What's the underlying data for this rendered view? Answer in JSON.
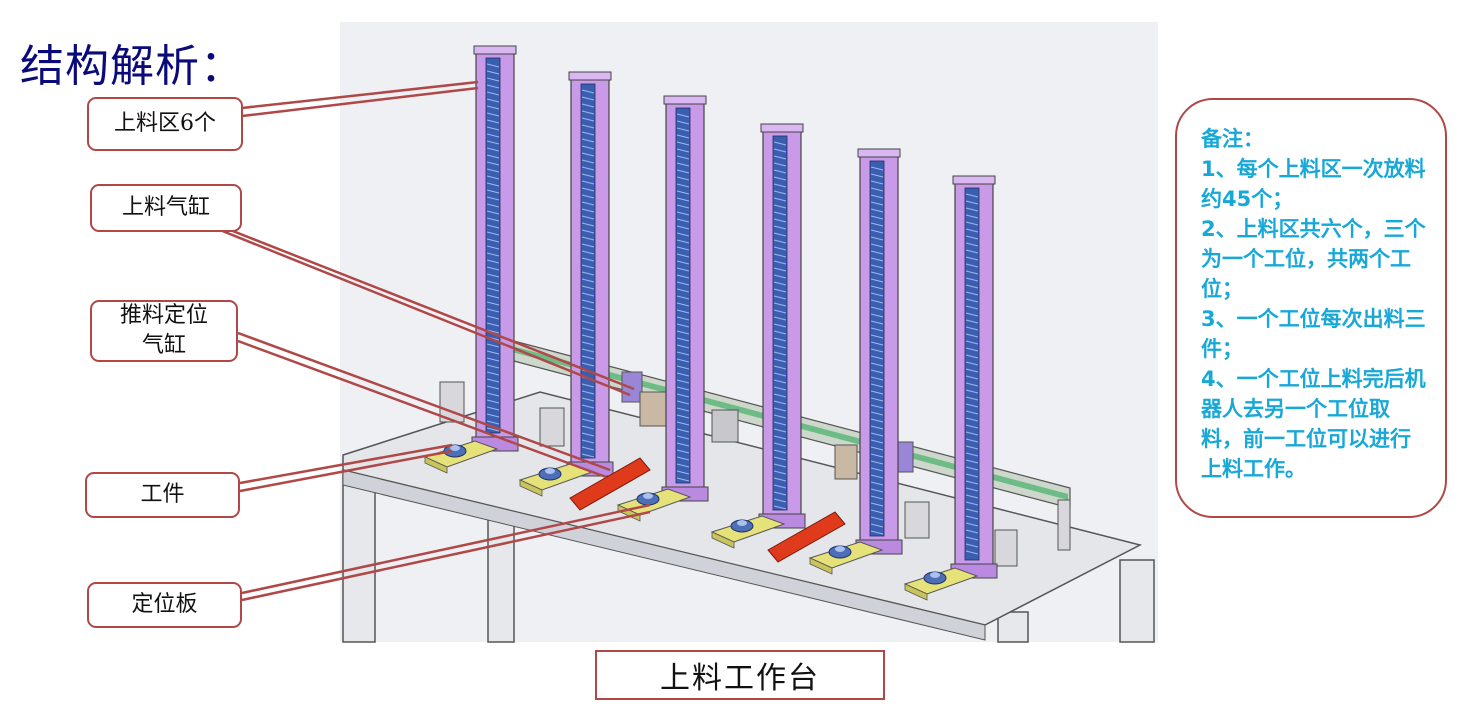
{
  "title": "结构解析：",
  "callouts": {
    "loading_zone": "上料区6个",
    "loading_cylinder": "上料气缸",
    "push_cylinder": "推料定位\n气缸",
    "workpiece": "工件",
    "positioning_plate": "定位板"
  },
  "notes": {
    "heading": "备注：",
    "items": [
      "1、每个上料区一次放料约45个；",
      "2、上料区共六个，三个为一个工位，共两个工位；",
      "3、一个工位每次出料三件；",
      "4、一个工位上料完后机器人去另一个工位取料，前一工位可以进行上料工作。"
    ]
  },
  "caption": "上料工作台",
  "colors": {
    "title": "#0a0a7a",
    "callout_border": "#b04848",
    "notes_text": "#18a8d8",
    "column": "#c89ae8",
    "column_slot": "#3b5fb0",
    "plate": "#e6e27a",
    "cylinder": "#e03a1c",
    "table": "#e4e6ea",
    "background_panel": "#eef0f4"
  }
}
